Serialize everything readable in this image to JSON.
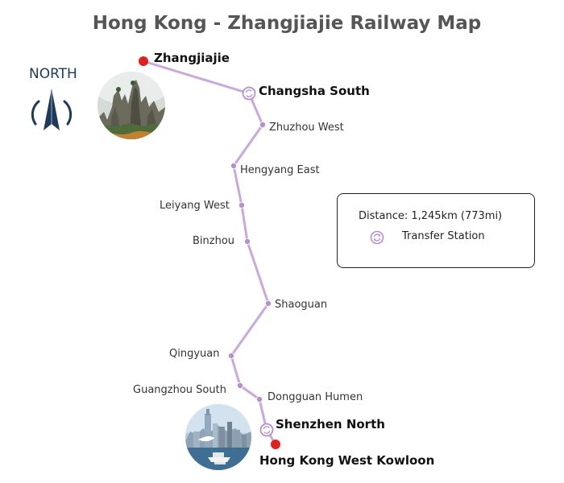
{
  "title": "Hong Kong - Zhangjiajie Railway Map",
  "compass": {
    "label": "NORTH",
    "icon": "north-arrow-icon"
  },
  "colors": {
    "route_line": "#c9a8dd",
    "station_dot": "#b58fd0",
    "terminal_dot": "#e0201c",
    "title_text": "#555555",
    "compass_navy": "#1d3a5a"
  },
  "route": [
    {
      "id": "zhangjiajie",
      "name": "Zhangjiajie",
      "type": "terminal"
    },
    {
      "id": "changsha-south",
      "name": "Changsha South",
      "type": "transfer"
    },
    {
      "id": "zhuzhou-west",
      "name": "Zhuzhou West",
      "type": "stop"
    },
    {
      "id": "hengyang-east",
      "name": "Hengyang East",
      "type": "stop"
    },
    {
      "id": "leiyang-west",
      "name": "Leiyang West",
      "type": "stop"
    },
    {
      "id": "binzhou",
      "name": "Binzhou",
      "type": "stop"
    },
    {
      "id": "shaoguan",
      "name": "Shaoguan",
      "type": "stop"
    },
    {
      "id": "qingyuan",
      "name": "Qingyuan",
      "type": "stop"
    },
    {
      "id": "guangzhou-south",
      "name": "Guangzhou South",
      "type": "stop"
    },
    {
      "id": "dongguan-humen",
      "name": "Dongguan Humen",
      "type": "stop"
    },
    {
      "id": "shenzhen-north",
      "name": "Shenzhen North",
      "type": "transfer"
    },
    {
      "id": "hong-kong-west-kowloon",
      "name": "Hong Kong West Kowloon",
      "type": "terminal"
    }
  ],
  "legend": {
    "distance": "Distance: 1,245km (773mi)",
    "transfer_label": "Transfer Station",
    "transfer_icon": "transfer-station-icon"
  },
  "photos": [
    {
      "name": "zhangjiajie-mountain-photo"
    },
    {
      "name": "hong-kong-harbour-photo"
    }
  ]
}
